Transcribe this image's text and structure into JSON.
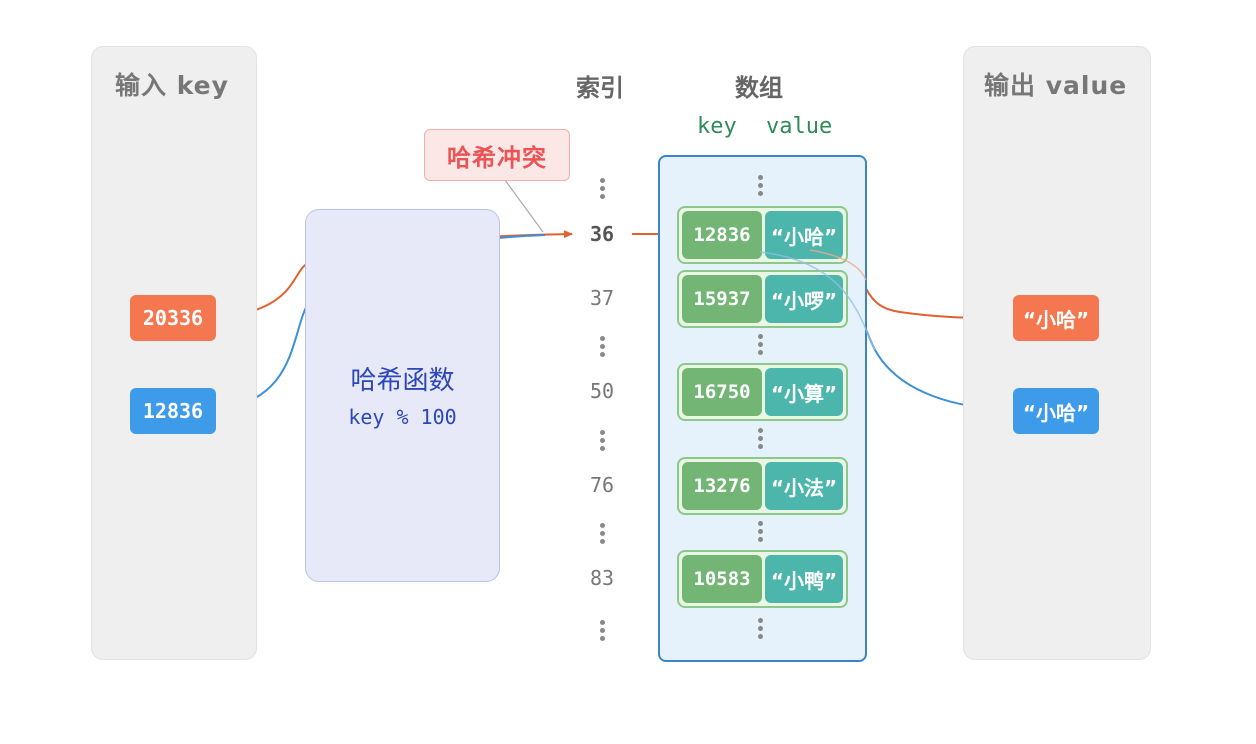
{
  "input_panel": {
    "title": "输入 key",
    "keys": [
      "20336",
      "12836"
    ]
  },
  "output_panel": {
    "title": "输出 value",
    "values": [
      "“小哈”",
      "“小哈”"
    ]
  },
  "hash_function": {
    "title": "哈希函数",
    "formula": "key % 100"
  },
  "collision_label": "哈希冲突",
  "columns": {
    "index": "索引",
    "array": "数组",
    "key": "key",
    "value": "value"
  },
  "indices": [
    "36",
    "37",
    "50",
    "76",
    "83"
  ],
  "array_rows": [
    {
      "key": "12836",
      "value": "“小哈”"
    },
    {
      "key": "15937",
      "value": "“小啰”"
    },
    {
      "key": "16750",
      "value": "“小算”"
    },
    {
      "key": "13276",
      "value": "“小法”"
    },
    {
      "key": "10583",
      "value": "“小鸭”"
    }
  ],
  "colors": {
    "orange": "#f4774f",
    "blue": "#3d9be9",
    "key_cell": "#72b574",
    "value_cell": "#4db6ac",
    "collision_text": "#ea5455",
    "hash_text": "#2c47b8",
    "array_border": "#3a86c4"
  }
}
